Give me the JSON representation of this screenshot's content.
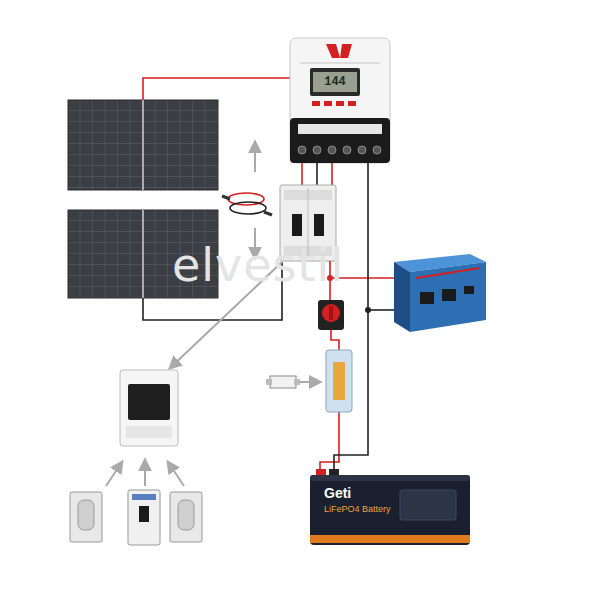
{
  "diagram": {
    "nodes": [
      {
        "text": [
          "144"
        ]
      },
      {
        "text": [
          "Geti",
          "LiFePO4 Battery"
        ]
      }
    ],
    "edges": [
      {
        "from": 0,
        "to": 1,
        "arrow": "none"
      }
    ],
    "labels": [
      "elvestil"
    ]
  }
}
